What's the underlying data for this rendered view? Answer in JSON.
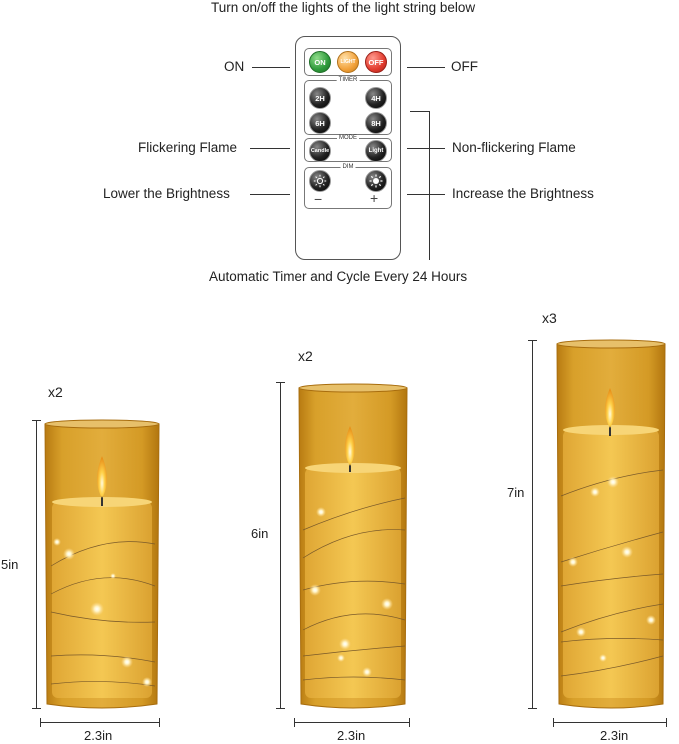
{
  "header": {
    "title": "Turn on/off the lights of the light string below"
  },
  "remote_labels": {
    "on": "ON",
    "off": "OFF",
    "flickering": "Flickering Flame",
    "non_flickering": "Non-flickering Flame",
    "lower": "Lower the Brightness",
    "increase": "Increase the Brightness",
    "footer": "Automatic Timer and Cycle Every 24 Hours"
  },
  "remote": {
    "on_btn": "ON",
    "light_btn": "LIGHT",
    "off_btn": "OFF",
    "timer_section": "TIMER",
    "timer_2h": "2H",
    "timer_4h": "4H",
    "timer_6h": "6H",
    "timer_8h": "8H",
    "mode_section": "MODE",
    "mode_candle": "Candle",
    "mode_light": "Light",
    "dim_section": "DIM",
    "minus": "−",
    "plus": "+"
  },
  "candles": [
    {
      "count": "x2",
      "height": "5in",
      "width": "2.3in"
    },
    {
      "count": "x2",
      "height": "6in",
      "width": "2.3in"
    },
    {
      "count": "x3",
      "height": "7in",
      "width": "2.3in"
    }
  ],
  "colors": {
    "on": "#3aa845",
    "light": "#f2a13a",
    "off": "#e23b2e",
    "glass": "#d79a1e",
    "wax": "#f1c24a"
  }
}
